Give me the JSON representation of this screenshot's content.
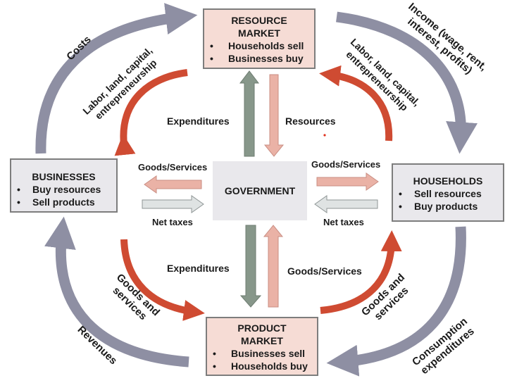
{
  "resource_market": {
    "title_line1": "RESOURCE",
    "title_line2": "MARKET",
    "items": [
      "Households sell",
      "Businesses buy"
    ]
  },
  "product_market": {
    "title_line1": "PRODUCT",
    "title_line2": "MARKET",
    "items": [
      "Businesses sell",
      "Households buy"
    ]
  },
  "businesses": {
    "title": "BUSINESSES",
    "items": [
      "Buy resources",
      "Sell products"
    ]
  },
  "households": {
    "title": "HOUSEHOLDS",
    "items": [
      "Sell resources",
      "Buy products"
    ]
  },
  "government": {
    "title": "GOVERNMENT"
  },
  "bullet": "•",
  "labels": {
    "expenditures_top": "Expenditures",
    "resources": "Resources",
    "goods_services_left": "Goods/Services",
    "goods_services_right": "Goods/Services",
    "net_taxes_left": "Net taxes",
    "net_taxes_right": "Net taxes",
    "expenditures_bottom": "Expenditures",
    "goods_services_bottom": "Goods/Services"
  },
  "curved_labels": {
    "costs": "Costs",
    "income_line1": "Income (wage, rent,",
    "income_line2": "interest, profits)",
    "lle_left_line1": "Labor, land, capital,",
    "lle_left_line2": "entrepreneurship",
    "lle_right_line1": "Labor, land, capital,",
    "lle_right_line2": "entrepreneurship",
    "goods_left_line1": "Goods and",
    "goods_left_line2": "services",
    "goods_right_line1": "Goods and",
    "goods_right_line2": "services",
    "revenues": "Revenues",
    "consumption_line1": "Consumption",
    "consumption_line2": "expenditures"
  },
  "colors": {
    "money_flow": "#8e8fa3",
    "real_flow": "#cf4b32",
    "gov_expenditure": "#87978a",
    "gov_goods": "#eab2a6",
    "net_tax": "#dfe3e3",
    "pink_box": "#f6dcd5",
    "grey_box": "#e9e8ec"
  }
}
